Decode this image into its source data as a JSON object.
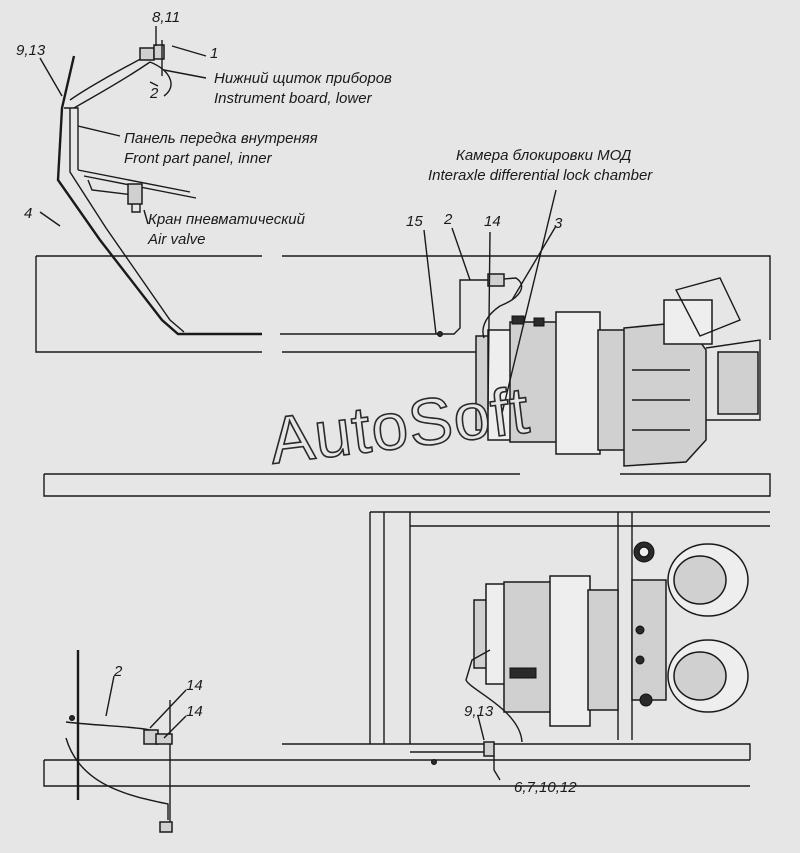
{
  "labels": {
    "ref_8_11": "8,11",
    "ref_9_13_top": "9,13",
    "ref_1": "1",
    "ref_2_top": "2",
    "ref_4": "4",
    "ref_15": "15",
    "ref_2_mid": "2",
    "ref_14_mid": "14",
    "ref_3": "3",
    "ref_2_bottom": "2",
    "ref_14_bottom_a": "14",
    "ref_14_bottom_b": "14",
    "ref_9_13_bottom": "9,13",
    "ref_6_7_10_12": "6,7,10,12"
  },
  "captions": {
    "instrument_board_ru": "Нижний щиток приборов",
    "instrument_board_en": "Instrument board, lower",
    "front_panel_ru": "Панель передка внутреняя",
    "front_panel_en": "Front part panel, inner",
    "air_valve_ru": "Кран пневматический",
    "air_valve_en": "Air valve",
    "lock_chamber_ru": "Камера блокировки МОД",
    "lock_chamber_en": "Interaxle differential lock chamber"
  },
  "watermark": "AutoSoft"
}
